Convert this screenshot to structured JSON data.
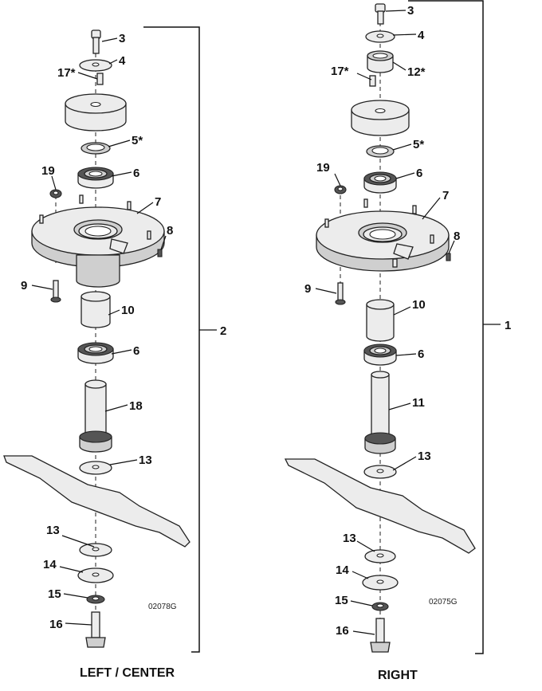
{
  "assemblies": [
    {
      "id": "left",
      "caption": "LEFT / CENTER",
      "drawing_code": "02078G",
      "bracket_label": "2",
      "callouts": [
        "3",
        "4",
        "17*",
        "5*",
        "19",
        "6",
        "7",
        "8",
        "9",
        "10",
        "6",
        "18",
        "13",
        "13",
        "14",
        "15",
        "16"
      ]
    },
    {
      "id": "right",
      "caption": "RIGHT",
      "drawing_code": "02075G",
      "bracket_label": "1",
      "callouts": [
        "3",
        "4",
        "17*",
        "12*",
        "5*",
        "19",
        "6",
        "7",
        "8",
        "9",
        "10",
        "6",
        "11",
        "13",
        "13",
        "14",
        "15",
        "16"
      ]
    }
  ]
}
